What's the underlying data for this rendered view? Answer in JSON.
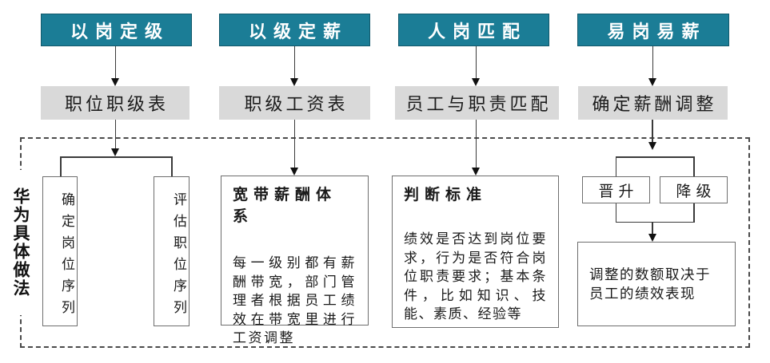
{
  "colors": {
    "header-bg": "#1b7d96",
    "header-text": "#ffffff",
    "subheader-bg": "#d9d9d9",
    "line": "#3a3a3a"
  },
  "side_label": "华为具体做法",
  "columns": [
    {
      "header": "以岗定级",
      "subheader": "职位职级表"
    },
    {
      "header": "以级定薪",
      "subheader": "职级工资表"
    },
    {
      "header": "人岗匹配",
      "subheader": "员工与职责匹配"
    },
    {
      "header": "易岗易薪",
      "subheader": "确定薪酬调整"
    }
  ],
  "details": {
    "job_sequence": {
      "left": "确定岗位序列",
      "right": "评估职位序列"
    },
    "broadband": {
      "title": "宽带薪酬体系",
      "body": "每一级别都有薪酬带宽，部门管理者根据员工绩效在带宽里进行工资调整"
    },
    "judgement": {
      "title": "判断标准",
      "body": "绩效是否达到岗位要求，行为是否符合岗位职责要求；基本条件，比如知识、技能、素质、经验等"
    },
    "adjustment": {
      "promotion": "晋升",
      "demotion": "降级",
      "result": "调整的数额取决于员工的绩效表现"
    }
  }
}
